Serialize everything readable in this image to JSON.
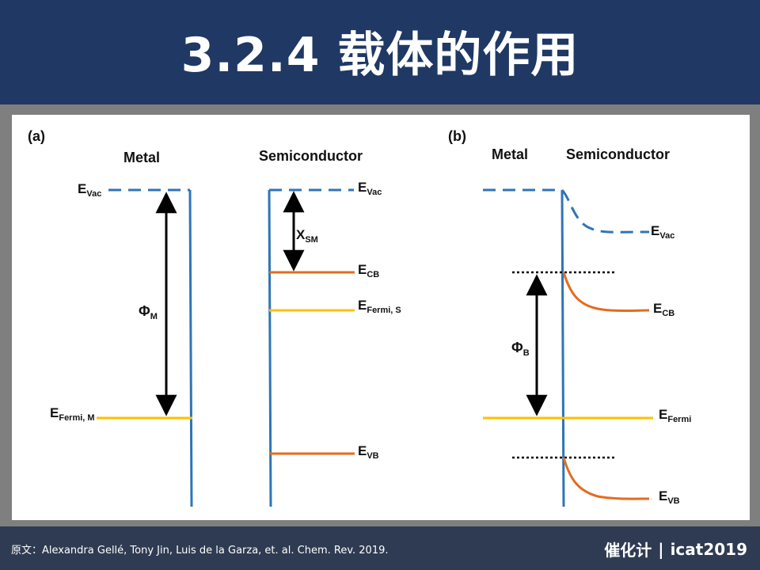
{
  "title": "3.2.4 载体的作用",
  "footer": {
    "citation": "原文：Alexandra Gellé, Tony Jin, Luis de la Garza, et. al.  Chem. Rev. 2019.",
    "brand_cn": "催化计",
    "separator": "|",
    "brand_en": "icat2019"
  },
  "panel_a": {
    "label": "(a)",
    "metal_title": "Metal",
    "semi_title": "Semiconductor",
    "e_vac_m": {
      "main": "E",
      "sub": "Vac"
    },
    "e_fermi_m": {
      "main": "E",
      "sub": "Fermi, M"
    },
    "phi_m": {
      "main": "Φ",
      "sub": "M"
    },
    "e_vac_s": {
      "main": "E",
      "sub": "Vac"
    },
    "chi_sm": {
      "main": "X",
      "sub": "SM"
    },
    "e_cb": {
      "main": "E",
      "sub": "CB"
    },
    "e_fermi_s": {
      "main": "E",
      "sub": "Fermi, S"
    },
    "e_vb": {
      "main": "E",
      "sub": "VB"
    }
  },
  "panel_b": {
    "label": "(b)",
    "metal_title": "Metal",
    "semi_title": "Semiconductor",
    "e_vac": {
      "main": "E",
      "sub": "Vac"
    },
    "e_cb": {
      "main": "E",
      "sub": "CB"
    },
    "phi_b": {
      "main": "Φ",
      "sub": "B"
    },
    "e_fermi": {
      "main": "E",
      "sub": "Fermi"
    },
    "e_vb": {
      "main": "E",
      "sub": "VB"
    }
  },
  "colors": {
    "header_bg": "#1f3864",
    "footer_bg": "#2f3b52",
    "vacuum_line": "#2e75b6",
    "interface_line": "#2e75b6",
    "band_line": "#e36c1f",
    "fermi_line": "#ffc000"
  }
}
